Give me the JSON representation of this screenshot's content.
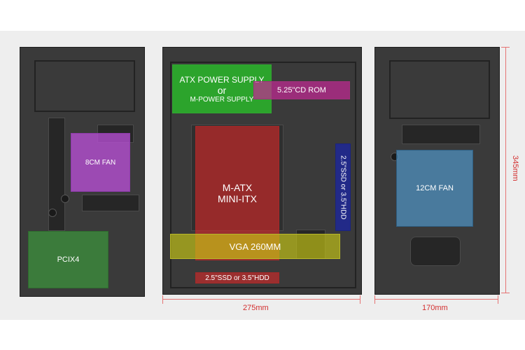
{
  "zones": {
    "psu_line1": "ATX POWER SUPPLY",
    "psu_line2": "or",
    "psu_line3": "M-POWER SUPPLY",
    "cdrom": "5.25\"CD ROM",
    "mb_line1": "M-ATX",
    "mb_line2": "MINI-ITX",
    "ssd_vertical": "2.5\"SSD or 3.5\"HDD",
    "vga": "VGA 260MM",
    "ssd_bottom": "2.5\"SSD or 3.5\"HDD",
    "fan_left": "8CM FAN",
    "pcie": "PCIX4",
    "fan_right": "12CM FAN"
  },
  "dimensions": {
    "depth": "275mm",
    "width": "170mm",
    "height": "345mm"
  },
  "colors": {
    "psu": "#28c828",
    "cdrom": "#c42896",
    "motherboard": "#dc2828",
    "ssd_vertical": "#1e2896",
    "vga": "#c8c814",
    "pcie": "#3c8c3c",
    "fan_left": "#be50dc",
    "fan_right": "#5096c8",
    "dimension": "#d32f2f"
  }
}
